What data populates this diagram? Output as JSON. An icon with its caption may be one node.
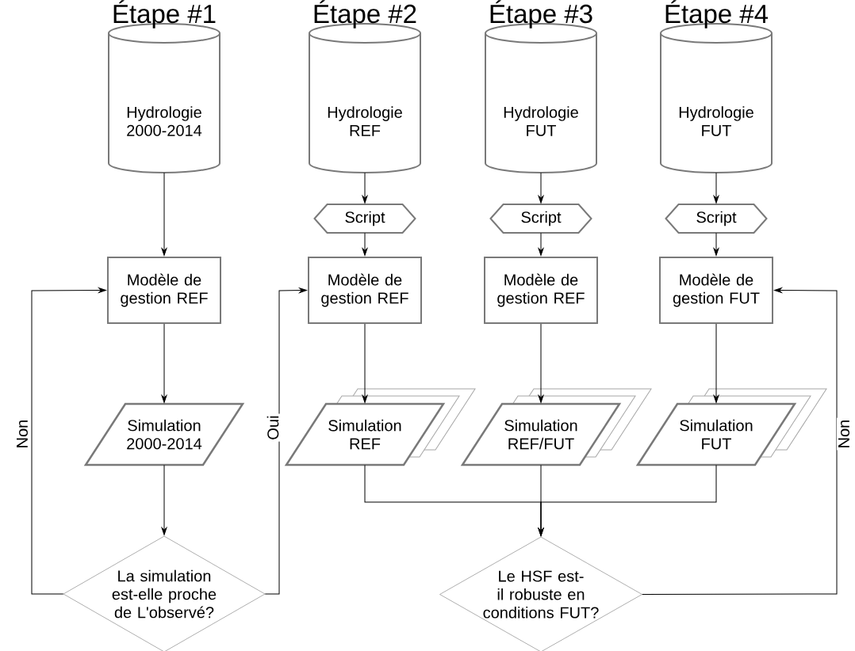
{
  "diagram": {
    "nodes": [
      {
        "text": [
          "Hydrologie 2000-2014"
        ]
      },
      {
        "text": [
          "Hydrologie REF"
        ]
      },
      {
        "text": [
          "Hydrologie FUT"
        ]
      },
      {
        "text": [
          "Hydrologie FUT"
        ]
      },
      {
        "text": [
          "Script"
        ]
      },
      {
        "text": [
          "Script"
        ]
      },
      {
        "text": [
          "Script"
        ]
      },
      {
        "text": [
          "Modèle de gestion REF"
        ]
      },
      {
        "text": [
          "Modèle de gestion REF"
        ]
      },
      {
        "text": [
          "Modèle de gestion REF"
        ]
      },
      {
        "text": [
          "Modèle de gestion FUT"
        ]
      },
      {
        "text": [
          "Simulation 2000-2014"
        ]
      },
      {
        "text": [
          "Simulation REF"
        ]
      },
      {
        "text": [
          "Simulation REF/FUT"
        ]
      },
      {
        "text": [
          "Simulation FUT"
        ]
      },
      {
        "text": [
          "La simulation est-elle proche de L'observé?"
        ]
      },
      {
        "text": [
          "Le HSF est-il robuste en conditions FUT?"
        ]
      }
    ],
    "edges": [
      {
        "from": 0,
        "to": 7,
        "arrow": "to"
      },
      {
        "from": 1,
        "to": 4,
        "arrow": "to"
      },
      {
        "from": 4,
        "to": 8,
        "arrow": "to"
      },
      {
        "from": 2,
        "to": 5,
        "arrow": "to"
      },
      {
        "from": 5,
        "to": 9,
        "arrow": "to"
      },
      {
        "from": 3,
        "to": 6,
        "arrow": "to"
      },
      {
        "from": 6,
        "to": 10,
        "arrow": "to"
      },
      {
        "from": 7,
        "to": 11,
        "arrow": "to"
      },
      {
        "from": 8,
        "to": 12,
        "arrow": "to"
      },
      {
        "from": 9,
        "to": 13,
        "arrow": "to"
      },
      {
        "from": 10,
        "to": 14,
        "arrow": "to"
      },
      {
        "from": 11,
        "to": 15,
        "arrow": "to"
      },
      {
        "from": 12,
        "to": 16,
        "arrow": "to"
      },
      {
        "from": 13,
        "to": 16,
        "arrow": "to"
      },
      {
        "from": 14,
        "to": 16,
        "arrow": "to"
      },
      {
        "from": 15,
        "to": 7,
        "arrow": "to",
        "label": "Non"
      },
      {
        "from": 15,
        "to": 8,
        "arrow": "to",
        "label": "Oui"
      },
      {
        "from": 16,
        "to": 10,
        "arrow": "to",
        "label": "Non"
      }
    ],
    "labels": [
      "Étape #1",
      "Étape #2",
      "Étape #3",
      "Étape #4"
    ]
  }
}
